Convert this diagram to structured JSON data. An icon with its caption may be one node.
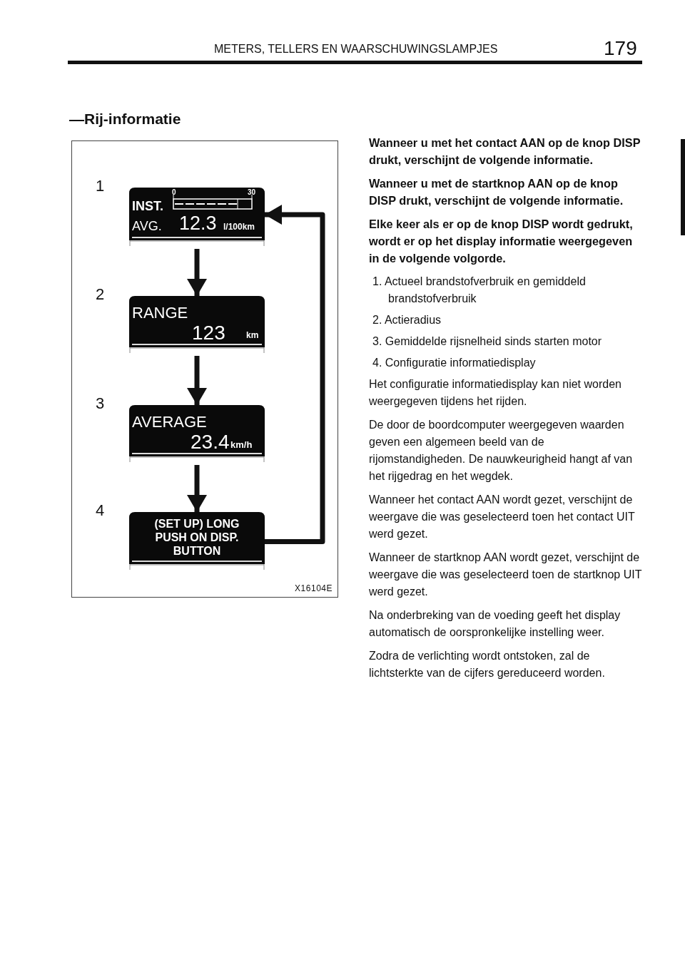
{
  "diagram": {
    "title": "—Rij‑informatie",
    "nodes": [
      {
        "text": [
          "INST.",
          "0",
          "30",
          "AVG.",
          "12.3",
          "l/100km"
        ],
        "beside": [
          "1"
        ]
      },
      {
        "text": [
          "RANGE",
          "123",
          "km"
        ],
        "beside": [
          "2"
        ]
      },
      {
        "text": [
          "AVERAGE",
          "23.4",
          "km/h"
        ],
        "beside": [
          "3"
        ]
      },
      {
        "text": [
          "(SET UP) LONG PUSH ON DISP. BUTTON"
        ],
        "beside": [
          "4"
        ]
      }
    ],
    "edges": [
      {
        "from": 0,
        "to": 1,
        "arrow": "to"
      },
      {
        "from": 1,
        "to": 2,
        "arrow": "to"
      },
      {
        "from": 2,
        "to": 3,
        "arrow": "to"
      },
      {
        "from": 3,
        "to": 0,
        "arrow": "to"
      }
    ],
    "labels": [
      "METERS, TELLERS EN WAARSCHUWINGSLAMPJES",
      "179",
      "Wanneer u met het contact AAN op de knop DISP drukt, verschijnt de volgende informatie.",
      "Wanneer u met de startknop AAN op de knop DISP drukt, verschijnt de volgende informatie.",
      "Elke keer als er op de knop DISP wordt gedrukt, wordt er op het display informatie weergegeven in de volgende volgorde.",
      "1. Actueel brandstofverbruik en gemiddeld brandstofverbruik",
      "2. Actieradius",
      "3. Gemiddelde rijsnelheid sinds starten motor",
      "4. Configuratie informatiedisplay",
      "Het configuratie informatiedisplay kan niet worden weergegeven tijdens het rijden.",
      "De door de boordcomputer weergegeven waarden geven een algemeen beeld van de rijomstandigheden. De nauwkeurigheid hangt af van het rijgedrag en het wegdek.",
      "Wanneer het contact AAN wordt gezet, verschijnt de weergave die was geselecteerd toen het contact UIT werd gezet.",
      "Wanneer de startknop AAN wordt gezet, verschijnt de weergave die was geselecteerd toen de startknop UIT werd gezet.",
      "Na onderbreking van de voeding geeft het display automatisch de oorspronkelijke instelling weer.",
      "Zodra de verlichting wordt ontstoken, zal de lichtsterkte van de cijfers gereduceerd worden.",
      "X16104E"
    ]
  }
}
